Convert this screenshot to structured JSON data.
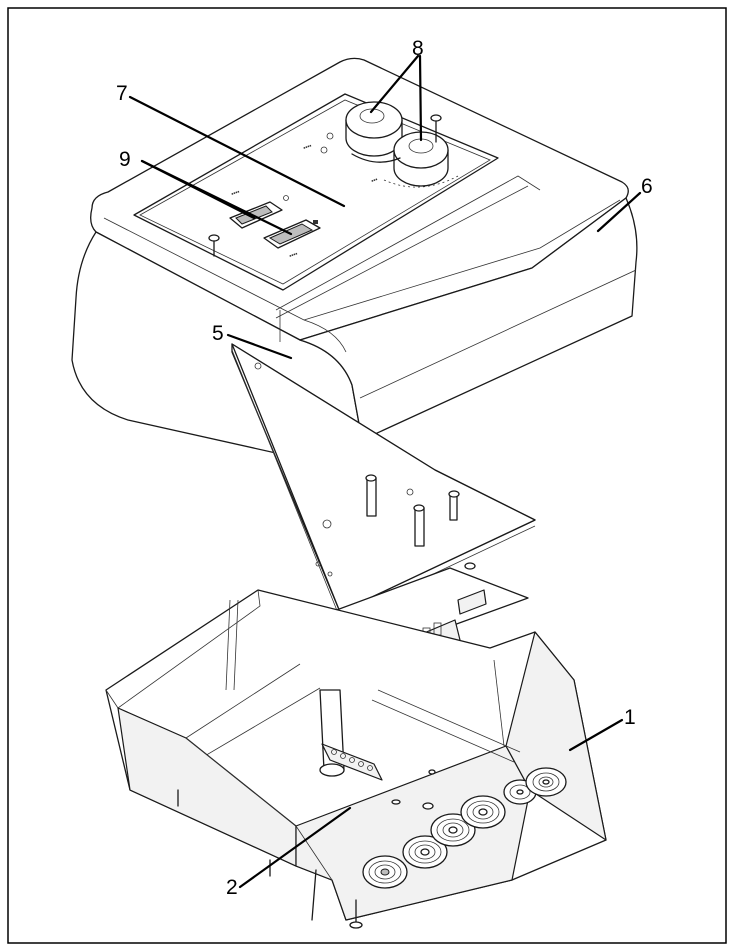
{
  "diagram": {
    "callouts": [
      {
        "id": "1",
        "label": "1"
      },
      {
        "id": "2",
        "label": "2"
      },
      {
        "id": "5",
        "label": "5"
      },
      {
        "id": "6",
        "label": "6"
      },
      {
        "id": "7",
        "label": "7"
      },
      {
        "id": "8",
        "label": "8"
      },
      {
        "id": "9",
        "label": "9"
      }
    ],
    "colors": {
      "line": "#1a1a1a",
      "frame": "#000000",
      "background": "#ffffff"
    }
  }
}
